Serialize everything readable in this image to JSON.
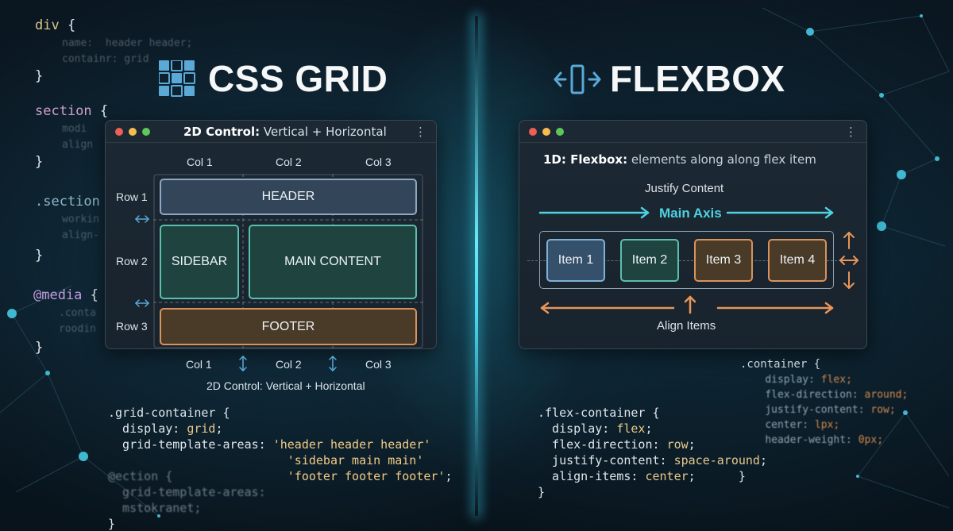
{
  "colors": {
    "accent_cyan": "#4fd1e0",
    "accent_orange": "#e8965a",
    "header_border": "#8ba8c4",
    "teal_border": "#5bbfae",
    "orange_border": "#d9925a",
    "dot_red": "#ee5f57",
    "dot_yellow": "#f5bd4f",
    "dot_green": "#5fc65a"
  },
  "bg_code": {
    "div_selector": "div",
    "div_line1": "name:  header header;",
    "div_line2": "containr: grid",
    "section_selector": "section",
    "section_line1": "modi",
    "section_line2": "align",
    "section_class_selector": ".section",
    "section_class_line1": "workin",
    "section_class_line2": "align-",
    "media_selector": "@media",
    "media_line1": ".conta",
    "media_line2": "roodin",
    "open_brace": "{",
    "close_brace": "}"
  },
  "grid": {
    "icon": "grid-icon",
    "title": "CSS GRID",
    "window_title_bold": "2D Control:",
    "window_title_rest": " Vertical + Horizontal",
    "cols_top": [
      "Col 1",
      "Col 2",
      "Col 3"
    ],
    "cols_bottom": [
      "Col 1",
      "Col 2",
      "Col 3"
    ],
    "rows": [
      "Row 1",
      "Row 2",
      "Row 3"
    ],
    "cells": {
      "header": "HEADER",
      "sidebar": "SIDEBAR",
      "main": "MAIN CONTENT",
      "footer": "FOOTER"
    },
    "caption": "2D Control: Vertical + Horizontal",
    "code": {
      "line1": ".grid-container {",
      "line2_prop": "  display: ",
      "line2_val": "grid",
      "line2_end": ";",
      "line3_prop": "  grid-template-areas: ",
      "line3_val": "'header header header'",
      "line4_val": "'sidebar main main'",
      "line5_blur1": "@ection {",
      "line5_val": "'footer footer footer'",
      "line5_end": ";",
      "line6_blur": "  grid-template-areas:",
      "line7_blur": "  mstokranet;",
      "line8": "}",
      "line9": "}"
    }
  },
  "flex": {
    "icon": "flexbox-icon",
    "title": "FLEXBOX",
    "window_title_bold": "1D: Flexbox:",
    "window_title_rest": " elements along along flex item",
    "justify_label": "Justify Content",
    "main_axis_label": "Main Axis",
    "items": [
      "Item 1",
      "Item 2",
      "Item 3",
      "Item 4"
    ],
    "align_label": "Align Items",
    "code": {
      "line1": ".flex-container {",
      "line2_prop": "  display: ",
      "line2_val": "flex",
      "line2_end": ";",
      "line3_prop": "  flex-direction: ",
      "line3_val": "row",
      "line3_end": ";",
      "line4_prop": "  justify-content: ",
      "line4_val": "space-around",
      "line4_end": ";",
      "line5_prop": "  align-items: ",
      "line5_val": "center",
      "line5_end": ";",
      "line5_brace": "}",
      "line6": "}"
    },
    "right_code": {
      "line1": ".container {",
      "line2_k": "display: ",
      "line2_v": "flex;",
      "line3_k": "flex-direction: ",
      "line3_v": "around;",
      "line4_k": "justify-content: ",
      "line4_v": "row;",
      "line5_k": "center: ",
      "line5_v": "lpx;",
      "line6_k": "header-weight: ",
      "line6_v": "0px;"
    }
  }
}
